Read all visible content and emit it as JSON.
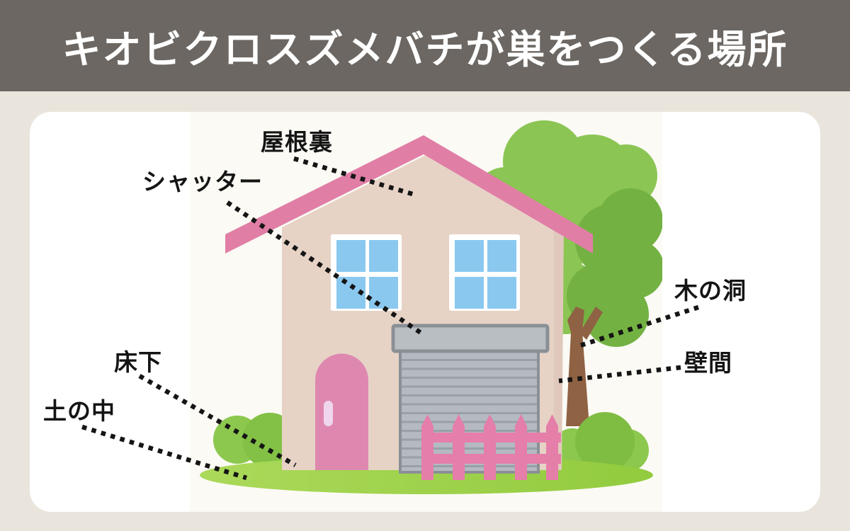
{
  "page": {
    "title": "キオビクロスズメバチが巣をつくる場所"
  },
  "diagram": {
    "subject": "house-illustration-nest-locations",
    "labels": [
      {
        "id": "attic",
        "text": "屋根裏"
      },
      {
        "id": "shutter",
        "text": "シャッター"
      },
      {
        "id": "tree-hollow",
        "text": "木の洞"
      },
      {
        "id": "wall-gap",
        "text": "壁間"
      },
      {
        "id": "under-floor",
        "text": "床下"
      },
      {
        "id": "underground",
        "text": "土の中"
      }
    ]
  },
  "colors": {
    "header_bg": "#6c6762",
    "page_bg": "#eae5dc",
    "card_bg": "#ffffff",
    "illustration_bg": "#fbfaf4",
    "title_text": "#ffffff",
    "label_text": "#141414",
    "leader_line": "#151515",
    "roof_pink": "#e07ea6",
    "wall_tan": "#e7d3c6",
    "window_blue": "#8ac8f0",
    "shutter_gray": "#b4bac0",
    "door_pink": "#de88b0",
    "fence_pink": "#e57ea9",
    "grass_green": "#9fd348",
    "tree_green_light": "#8bc553",
    "tree_green_dark": "#73b242",
    "trunk_brown": "#8f6244"
  }
}
